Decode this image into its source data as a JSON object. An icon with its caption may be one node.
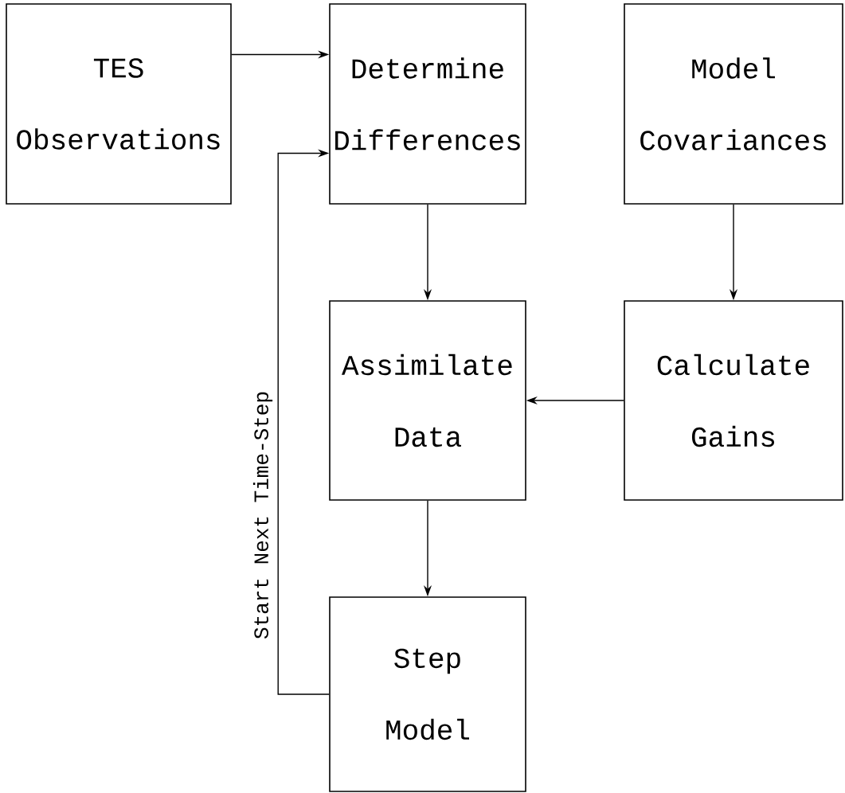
{
  "diagram": {
    "nodes": [
      {
        "text": [
          "TES Observations"
        ]
      },
      {
        "text": [
          "Determine Differences"
        ]
      },
      {
        "text": [
          "Model Covariances"
        ]
      },
      {
        "text": [
          "Assimilate Data"
        ]
      },
      {
        "text": [
          "Calculate Gains"
        ]
      },
      {
        "text": [
          "Step Model"
        ]
      }
    ],
    "edges": [
      {
        "from": 0,
        "to": 1,
        "arrow": "to"
      },
      {
        "from": 5,
        "to": 1,
        "arrow": "to",
        "label": "Start Next Time-Step"
      },
      {
        "from": 1,
        "to": 3,
        "arrow": "to"
      },
      {
        "from": 2,
        "to": 4,
        "arrow": "to"
      },
      {
        "from": 4,
        "to": 3,
        "arrow": "to"
      },
      {
        "from": 3,
        "to": 5,
        "arrow": "to"
      }
    ]
  }
}
